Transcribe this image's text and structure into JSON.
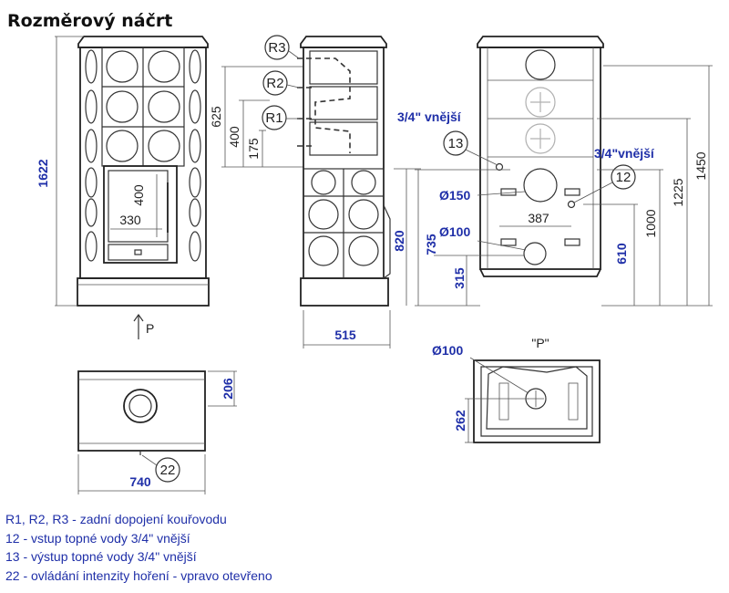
{
  "title": "Rozměrový náčrt",
  "front_view": {
    "height_label": "1622",
    "door_height_label": "400",
    "door_width_label": "330",
    "arrow_label": "P"
  },
  "side_view": {
    "callouts": [
      "R3",
      "R2",
      "R1"
    ],
    "dim_625": "625",
    "dim_400": "400",
    "dim_175": "175",
    "dim_820": "820",
    "depth_label": "515"
  },
  "rear_view": {
    "thread_top": "3/4\" vnější",
    "thread_right": "3/4\"vnější",
    "callout_13": "13",
    "callout_12": "12",
    "dia_150": "Ø150",
    "dia_100": "Ø100",
    "dim_735": "735",
    "dim_315": "315",
    "dim_387": "387",
    "dim_610": "610",
    "dim_1000": "1000",
    "dim_1225": "1225",
    "dim_1450": "1450"
  },
  "top_view": {
    "width_label": "740",
    "depth_label": "206",
    "callout_22": "22"
  },
  "bottom_view": {
    "title": "\"P\"",
    "dia_100": "Ø100",
    "dim_262": "262"
  },
  "legend": [
    "R1, R2, R3 - zadní dopojení kouřovodu",
    "12 - vstup topné vody 3/4\" vnější",
    "13 - výstup topné vody  3/4\" vnější",
    "22 - ovládání intenzity hoření - vpravo otevřeno"
  ]
}
